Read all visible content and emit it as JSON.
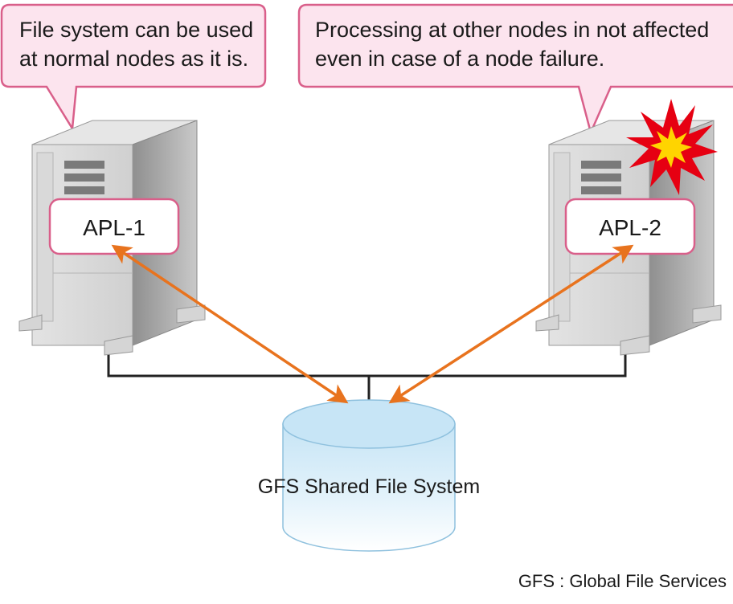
{
  "callouts": {
    "left": {
      "line1": "File system can be used",
      "line2": "at normal nodes as it is."
    },
    "right": {
      "line1": "Processing at other nodes in not affected",
      "line2": "even in case of a node failure."
    }
  },
  "nodes": {
    "left": {
      "app_label": "APL-1"
    },
    "right": {
      "app_label": "APL-2"
    }
  },
  "storage": {
    "label": "GFS Shared File System"
  },
  "footnote": "GFS : Global File Services",
  "colors": {
    "callout_fill": "#fce4ee",
    "callout_stroke": "#d95f8a",
    "arrow": "#e8731e",
    "connector": "#222222",
    "disk_fill": "#d2eaf7",
    "app_box_stroke": "#d95f8a",
    "burst_outer": "#e60012",
    "burst_inner": "#ffd400"
  }
}
